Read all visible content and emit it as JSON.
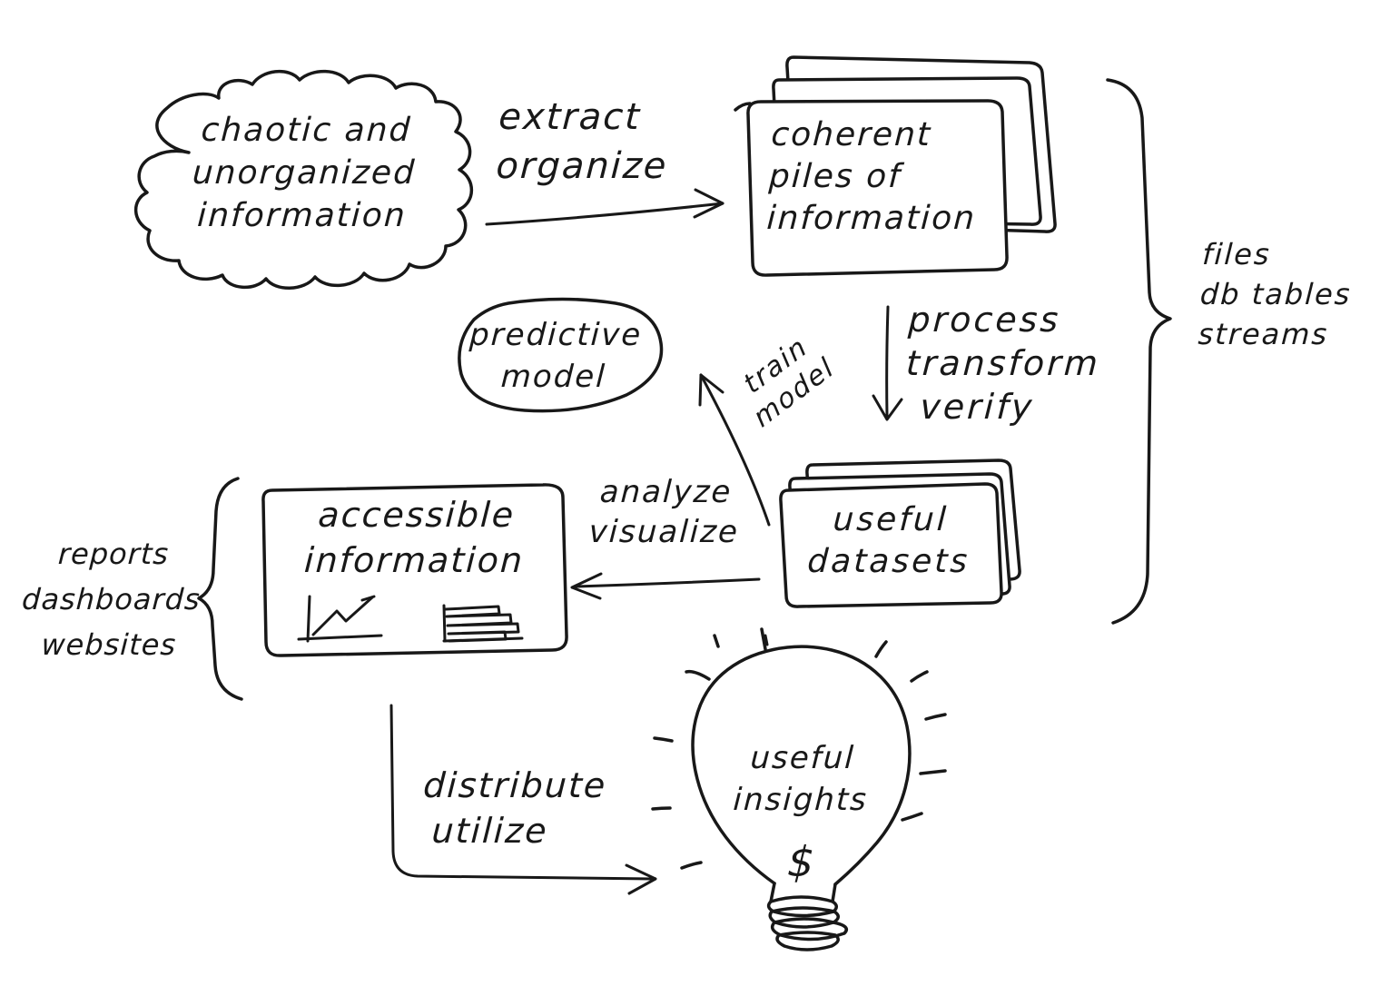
{
  "diagram": {
    "background_color": "#ffffff",
    "ink_color": "#181818",
    "nodes": {
      "chaotic_cloud": {
        "shape": "cloud",
        "lines": [
          "chaotic and",
          "unorganized",
          "information"
        ]
      },
      "coherent_piles": {
        "shape": "stacked-pages",
        "lines": [
          "coherent",
          "piles of",
          "information"
        ]
      },
      "predictive_model": {
        "shape": "oval",
        "lines": [
          "predictive",
          "model"
        ]
      },
      "useful_datasets": {
        "shape": "stacked-pages",
        "lines": [
          "useful",
          "datasets"
        ]
      },
      "accessible_information": {
        "shape": "box-with-chart-sketches",
        "lines": [
          "accessible",
          "information"
        ]
      },
      "useful_insights": {
        "shape": "lightbulb",
        "lines": [
          "useful",
          "insights"
        ],
        "symbol": "$"
      }
    },
    "edges": {
      "extract_organize": {
        "from": "chaotic_cloud",
        "to": "coherent_piles",
        "lines": [
          "extract",
          "organize"
        ]
      },
      "process_transform_verify": {
        "from": "coherent_piles",
        "to": "useful_datasets",
        "lines": [
          "process",
          "transform",
          "verify"
        ]
      },
      "train_model": {
        "from": "useful_datasets",
        "to": "predictive_model",
        "lines": [
          "train",
          "model"
        ]
      },
      "analyze_visualize": {
        "from": "useful_datasets",
        "to": "accessible_information",
        "lines": [
          "analyze",
          "visualize"
        ]
      },
      "distribute_utilize": {
        "from": "accessible_information",
        "to": "useful_insights",
        "lines": [
          "distribute",
          "utilize"
        ]
      }
    },
    "annotations": {
      "data_sources": {
        "brace": "right",
        "lines": [
          "files",
          "db tables",
          "streams"
        ]
      },
      "output_forms": {
        "brace": "left",
        "lines": [
          "reports",
          "dashboards",
          "websites"
        ]
      }
    },
    "icons": [
      "cloud",
      "stacked-pages",
      "curly-brace",
      "arrow",
      "line-chart-sketch",
      "bar-chart-sketch",
      "lightbulb",
      "dollar-sign"
    ]
  }
}
